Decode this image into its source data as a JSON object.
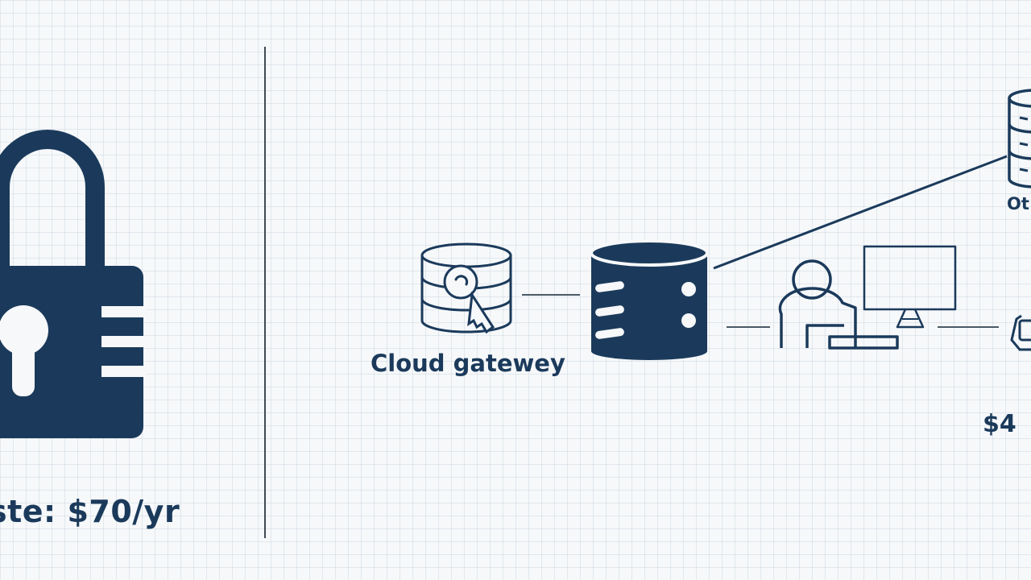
{
  "colors": {
    "ink": "#1b3a5b",
    "background": "#f6f8fa",
    "grid": "#c8d4de"
  },
  "left_panel": {
    "price_label": "ste: $70/yr",
    "icon": "padlock-icon"
  },
  "diagram": {
    "gateway_label": "Cloud gatewey",
    "right_top_label": "Ot",
    "right_bottom_label": "$4",
    "nodes": [
      {
        "name": "cloud-gateway",
        "icon": "database-key-icon"
      },
      {
        "name": "central-server",
        "icon": "server-icon"
      },
      {
        "name": "user-workstation",
        "icon": "user-computer-icon"
      },
      {
        "name": "remote-database",
        "icon": "database-stack-icon"
      },
      {
        "name": "edge-device",
        "icon": "router-icon"
      }
    ]
  }
}
